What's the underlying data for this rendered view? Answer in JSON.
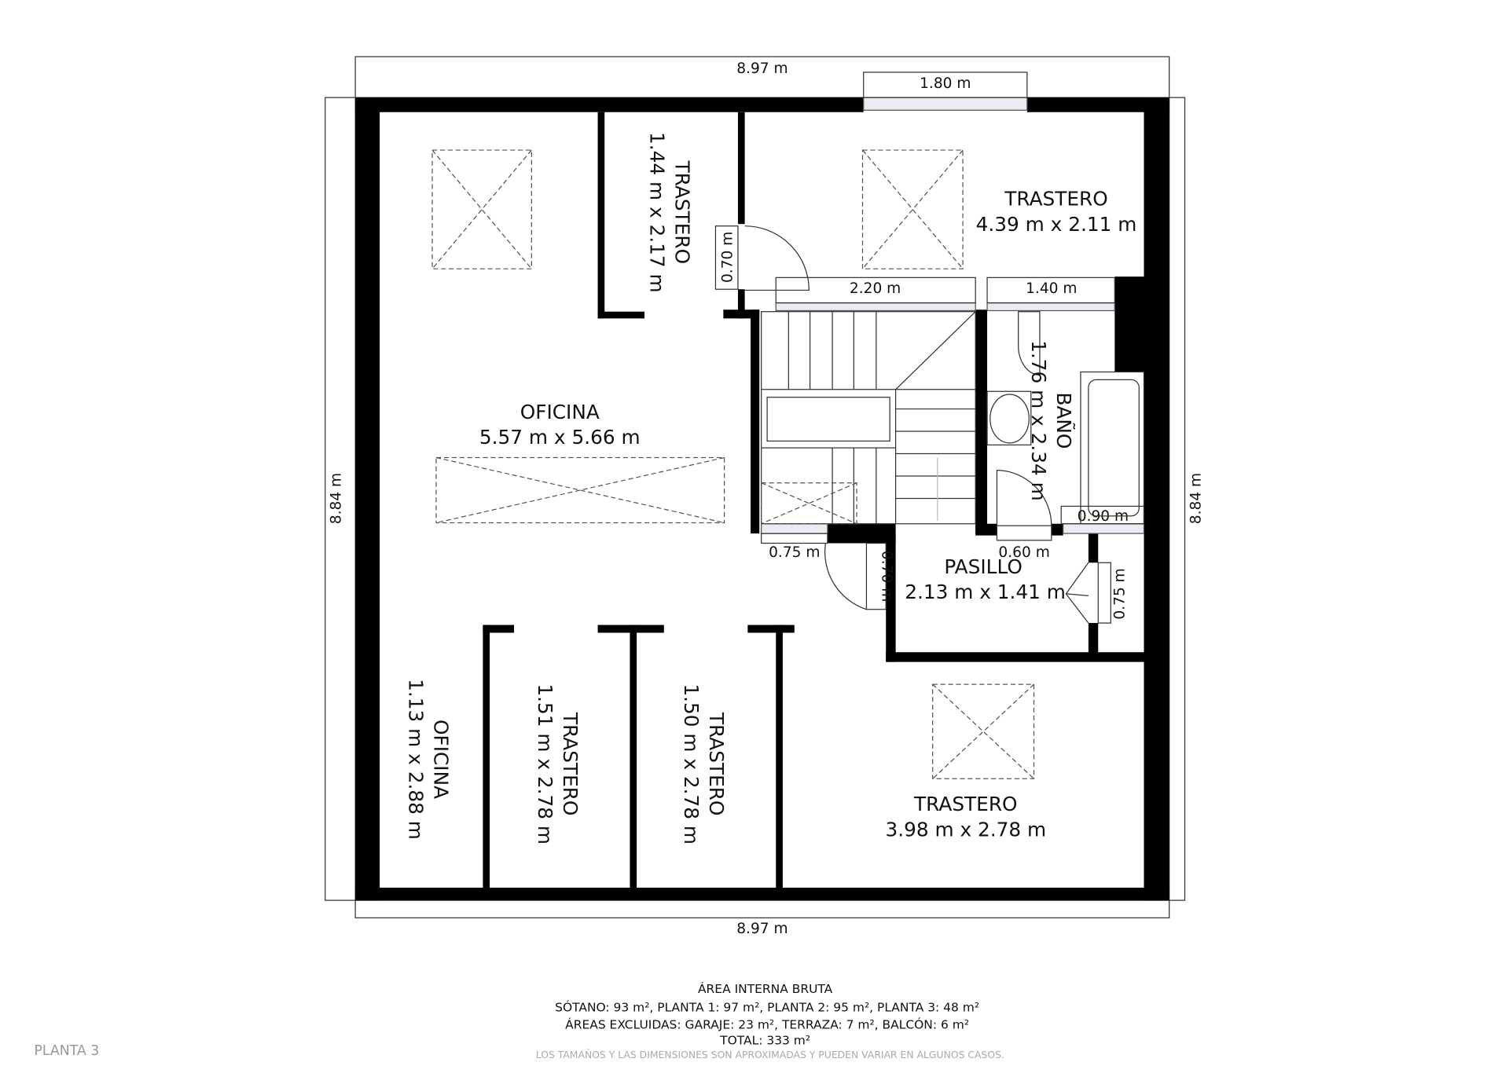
{
  "plan": {
    "floor_label": "PLANTA 3",
    "outer_dimensions": {
      "top": "8.97 m",
      "bottom": "8.97 m",
      "left": "8.84 m",
      "right": "8.84 m"
    },
    "rooms": [
      {
        "name": "OFICINA",
        "size": "5.57 m x 5.66 m"
      },
      {
        "name": "TRASTERO",
        "size": "1.44 m x 2.17 m"
      },
      {
        "name": "TRASTERO",
        "size": "4.39 m x 2.11 m"
      },
      {
        "name": "BAÑO",
        "size": "1.76 m x 2.34 m"
      },
      {
        "name": "PASILLO",
        "size": "2.13 m x 1.41 m"
      },
      {
        "name": "OFICINA",
        "size": "1.13 m x 2.88 m"
      },
      {
        "name": "TRASTERO",
        "size": "1.51 m x 2.78 m"
      },
      {
        "name": "TRASTERO",
        "size": "1.50 m x 2.78 m"
      },
      {
        "name": "TRASTERO",
        "size": "3.98 m x 2.78 m"
      }
    ],
    "openings": [
      "1.80 m",
      "0.70 m",
      "2.20 m",
      "1.40 m",
      "0.90 m",
      "0.75 m",
      "0.70 m",
      "0.60 m",
      "0.75 m"
    ]
  },
  "footer": {
    "title": "ÁREA INTERNA BRUTA",
    "line1": "SÓTANO: 93 m², PLANTA 1: 97 m², PLANTA 2: 95 m², PLANTA 3: 48 m²",
    "line2": "ÁREAS EXCLUIDAS: GARAJE: 23 m², TERRAZA: 7 m², BALCÓN: 6 m²",
    "total": "TOTAL: 333 m²",
    "disclaimer": "LOS TAMAÑOS Y LAS DIMENSIONES SON APROXIMADAS Y PUEDEN VARIAR EN ALGUNOS CASOS."
  }
}
